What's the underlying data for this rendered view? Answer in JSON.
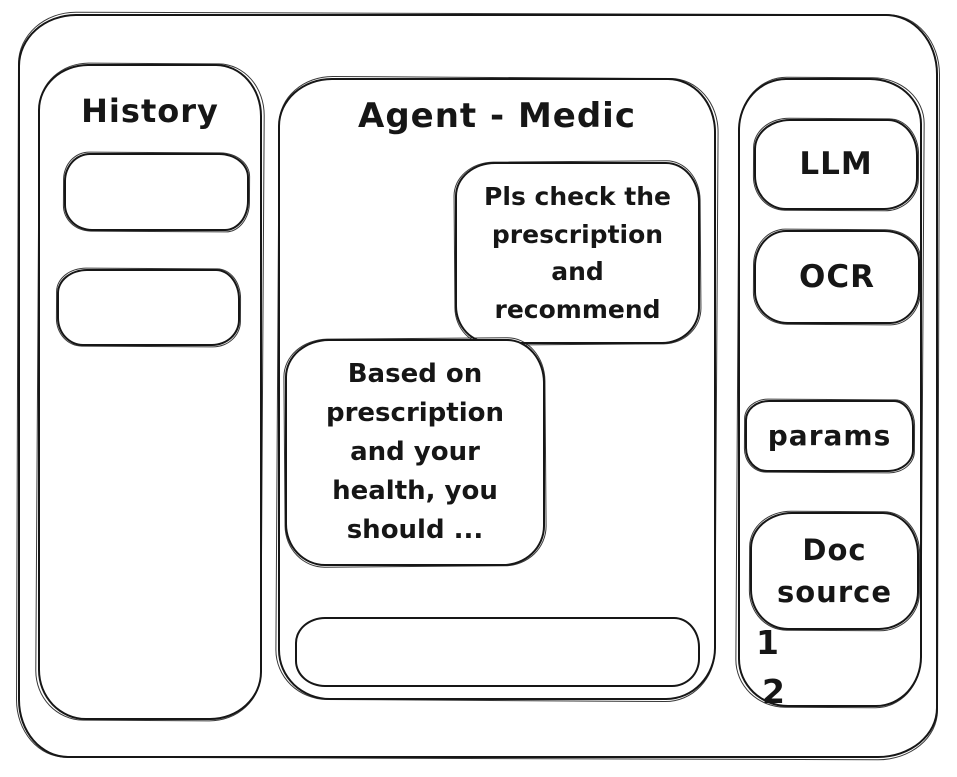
{
  "app": {
    "canvas_background": "#ffffff",
    "stroke_color": "#1a1a1a"
  },
  "history_panel": {
    "title": "History",
    "items": [
      {
        "label": ""
      },
      {
        "label": ""
      }
    ]
  },
  "chat_panel": {
    "title": "Agent - Medic",
    "messages": [
      {
        "role": "user",
        "align": "right",
        "text": "Pls check the prescription and recommend"
      },
      {
        "role": "assistant",
        "align": "left",
        "text": "Based on prescription and your health, you should ..."
      }
    ],
    "input": {
      "value": "",
      "placeholder": ""
    }
  },
  "tools_panel": {
    "buttons": [
      {
        "label": "LLM"
      },
      {
        "label": "OCR"
      },
      {
        "label": "params"
      },
      {
        "label": "Doc source"
      }
    ],
    "doc_source_items": [
      "1",
      "2"
    ]
  }
}
